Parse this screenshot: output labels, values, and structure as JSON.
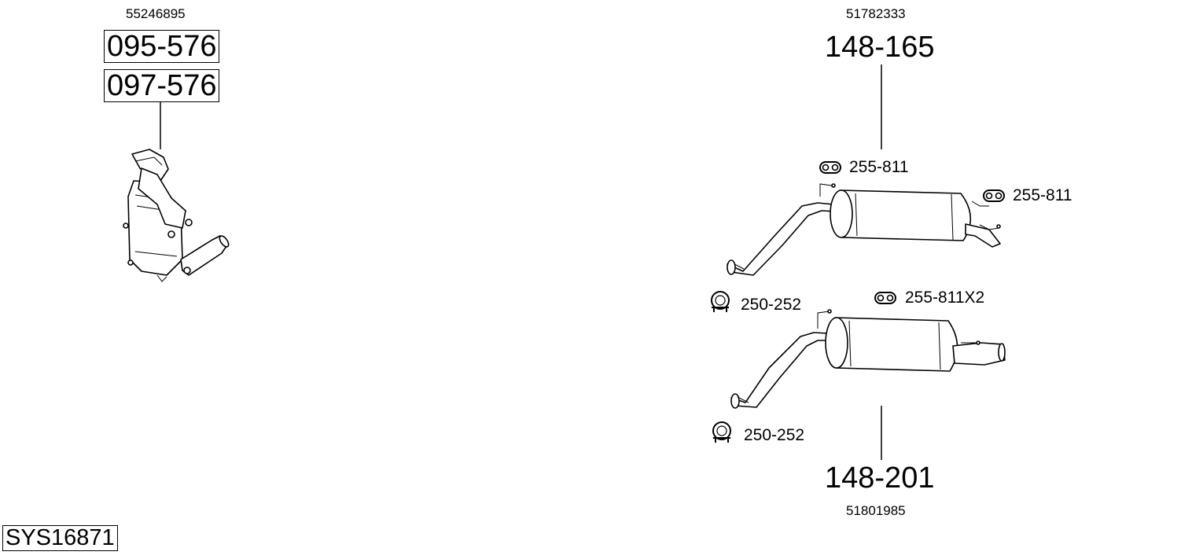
{
  "catalyst": {
    "oe_number": "55246895",
    "part_numbers": [
      "095-576",
      "097-576"
    ]
  },
  "rear_silencer_a": {
    "oe_number": "51782333",
    "part_number": "148-165",
    "rubber_mounts": [
      {
        "label": "255-811",
        "icon": "rubber-mount-icon"
      },
      {
        "label": "255-811",
        "icon": "rubber-mount-icon"
      }
    ]
  },
  "rear_silencer_b": {
    "oe_number": "51801985",
    "part_number": "148-201",
    "rubber_mount": {
      "label": "255-811X2",
      "icon": "rubber-mount-icon"
    },
    "clamps": [
      {
        "label": "250-252",
        "icon": "clamp-icon"
      },
      {
        "label": "250-252",
        "icon": "clamp-icon"
      }
    ]
  },
  "system_id": "SYS16871"
}
